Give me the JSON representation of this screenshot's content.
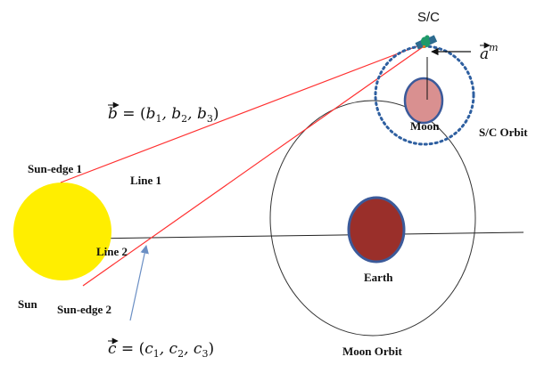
{
  "labels": {
    "sc": "S/C",
    "sun_edge_1": "Sun-edge 1",
    "sun_edge_2": "Sun-edge 2",
    "sun": "Sun",
    "line_1": "Line 1",
    "line_2": "Line 2",
    "moon": "Moon",
    "sc_orbit": "S/C Orbit",
    "earth": "Earth",
    "moon_orbit": "Moon Orbit"
  },
  "vectors": {
    "b": {
      "symbol": "b",
      "eq_prefix": " = (",
      "c1": "b",
      "s1": "1",
      "c2": ", b",
      "s2": "2",
      "c3": ", b",
      "s3": "3",
      "close": ")"
    },
    "c": {
      "symbol": "c",
      "eq_prefix": " = (",
      "c1": "c",
      "s1": "1",
      "c2": ", c",
      "s2": "2",
      "c3": ", c",
      "s3": "3",
      "close": ")"
    },
    "a": {
      "symbol": "a",
      "superscript": "m"
    }
  },
  "colors": {
    "sun": "#ffee00",
    "moon_fill": "#d99090",
    "earth_fill": "#9a2f2a",
    "body_stroke": "#3b5a9a",
    "ray": "#ff3030",
    "sc_orbit": "#2e5fa0",
    "arrow_blue": "#6b8fc4",
    "satellite_body": "#1f9a6a",
    "satellite_panel": "#2d6b8f"
  },
  "icons": {
    "spacecraft": "satellite-icon"
  }
}
